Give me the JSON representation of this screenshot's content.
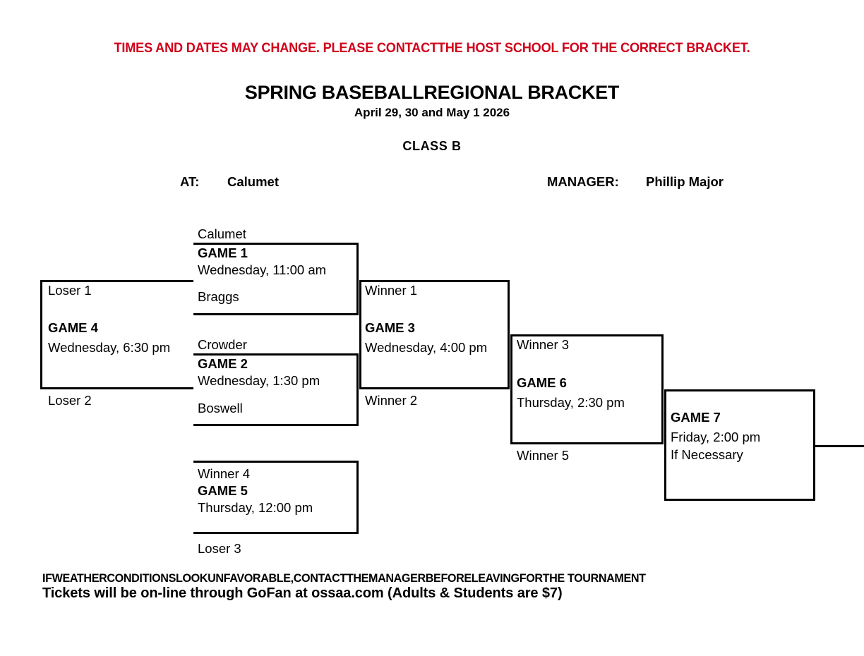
{
  "header": {
    "warning": "TIMES AND DATES MAY CHANGE. PLEASE CONTACTTHE HOST SCHOOL FOR THE CORRECT BRACKET.",
    "title": "SPRING BASEBALLREGIONAL BRACKET",
    "dates": "April 29, 30 and May 1 2026",
    "class": "CLASS B",
    "at_label": "AT:",
    "at_value": "Calumet",
    "manager_label": "MANAGER:",
    "manager_value": "Phillip Major"
  },
  "colors": {
    "warning": "#d0021b",
    "line": "#000000",
    "text": "#000000",
    "background": "#ffffff"
  },
  "bracket": {
    "game1": {
      "top_team": "Calumet",
      "name": "GAME 1",
      "time": "Wednesday, 11:00 am",
      "bottom_team": "Braggs"
    },
    "game2": {
      "top_team": "Crowder",
      "name": "GAME 2",
      "time": "Wednesday, 1:30 pm",
      "bottom_team": "Boswell"
    },
    "game3": {
      "top_team": "Winner 1",
      "name": "GAME 3",
      "time": "Wednesday, 4:00 pm",
      "bottom_team": "Winner 2"
    },
    "game4": {
      "top_team": "Loser 1",
      "name": "GAME 4",
      "time": "Wednesday, 6:30 pm",
      "bottom_team": "Loser 2"
    },
    "game5": {
      "top_team": "Winner 4",
      "name": "GAME 5",
      "time": "Thursday, 12:00 pm",
      "bottom_team": "Loser 3"
    },
    "game6": {
      "top_team": "Winner 3",
      "name": "GAME 6",
      "time": "Thursday, 2:30 pm",
      "bottom_team": "Winner 5"
    },
    "game7": {
      "name": "GAME 7",
      "time": "Friday, 2:00 pm",
      "note": "If Necessary"
    }
  },
  "footer": {
    "line1": "IFWEATHERCONDITIONSLOOKUNFAVORABLE,CONTACTTHEMANAGERBEFORELEAVINGFORTHE TOURNAMENT",
    "line2": "Tickets will be on-line through GoFan at ossaa.com (Adults & Students are $7)"
  }
}
